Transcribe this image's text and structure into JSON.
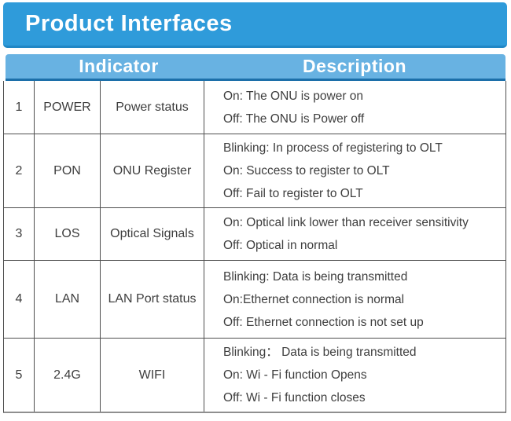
{
  "colors": {
    "title_bg": "#2F9BDA",
    "title_edge": "#2187C5",
    "header_bg": "#68B2E2",
    "header_edge": "#1C6FA9",
    "text": "#3E3E3E",
    "grid_line": "#4F4F4F",
    "table_bottom": "#8F8F8F",
    "white": "#FFFFFF"
  },
  "title_bar": {
    "label": "Product Interfaces"
  },
  "table_header": {
    "indicator": "Indicator",
    "description": "Description"
  },
  "table": {
    "rows": [
      {
        "num": "1",
        "indicator": "POWER",
        "name": "Power status",
        "desc": [
          "On: The ONU is power on",
          "Off: The ONU is Power off"
        ]
      },
      {
        "num": "2",
        "indicator": "PON",
        "name": "ONU Register",
        "desc": [
          "Blinking: In process of registering to OLT",
          "On: Success to register to OLT",
          "Off: Fail to register to OLT"
        ]
      },
      {
        "num": "3",
        "indicator": "LOS",
        "name": "Optical Signals",
        "desc": [
          "On: Optical link lower than receiver sensitivity",
          "Off: Optical in normal"
        ]
      },
      {
        "num": "4",
        "indicator": "LAN",
        "name": "LAN Port status",
        "desc": [
          "Blinking: Data is being transmitted",
          "On:Ethernet connection is normal",
          "Off: Ethernet connection is not set up"
        ]
      },
      {
        "num": "5",
        "indicator": "2.4G",
        "name": "WIFI",
        "desc": [
          "Blinking： Data is being transmitted",
          "On: Wi - Fi function Opens",
          "Off: Wi - Fi function closes"
        ]
      }
    ]
  }
}
